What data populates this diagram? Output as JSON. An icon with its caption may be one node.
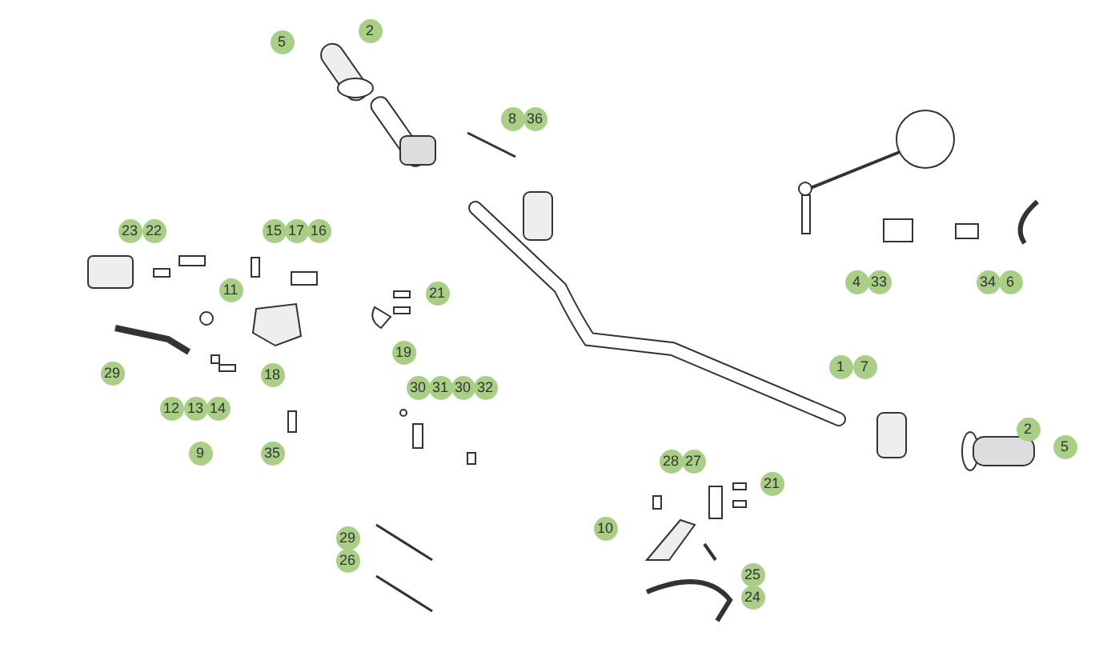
{
  "diagram": {
    "labels": [
      "5",
      "2",
      "8",
      "36",
      "23",
      "22",
      "15",
      "17",
      "16",
      "11",
      "21",
      "4",
      "33",
      "34",
      "6",
      "19",
      "1",
      "7",
      "29",
      "18",
      "30",
      "31",
      "30",
      "32",
      "12",
      "13",
      "14",
      "2",
      "5",
      "9",
      "35",
      "28",
      "27",
      "21",
      "10",
      "29",
      "26",
      "25",
      "24"
    ]
  }
}
